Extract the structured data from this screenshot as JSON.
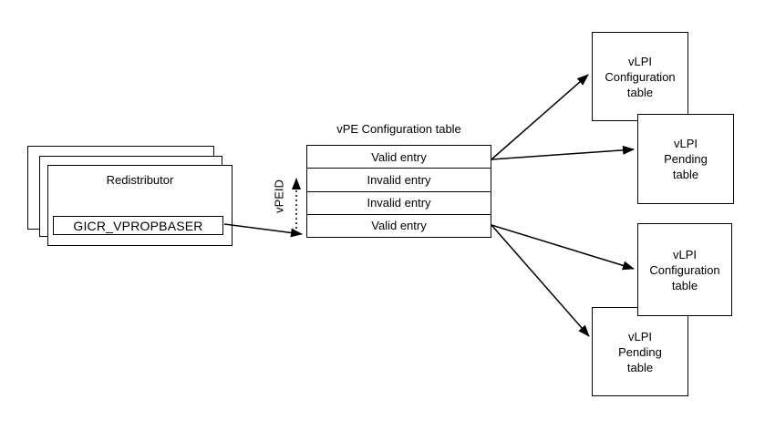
{
  "colors": {
    "background": "#ffffff",
    "stroke": "#000000",
    "text": "#000000"
  },
  "redistributor": {
    "title": "Redistributor",
    "register": "GICR_VPROPBASER"
  },
  "vpe_table": {
    "title": "vPE Configuration table",
    "axis_label": "vPEID",
    "rows": [
      "Valid entry",
      "Invalid entry",
      "Invalid entry",
      "Valid entry"
    ]
  },
  "vlpi_tables": {
    "top_config": "vLPI\nConfiguration\ntable",
    "top_pending": "vLPI\nPending\ntable",
    "bottom_config": "vLPI\nConfiguration\ntable",
    "bottom_pending": "vLPI\nPending\ntable"
  }
}
